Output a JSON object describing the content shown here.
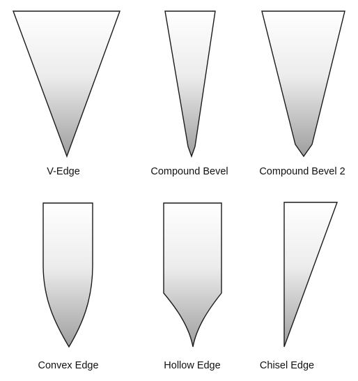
{
  "figure": {
    "shading": {
      "top_color": "#ffffff",
      "bottom_color": "#9e9e9e"
    },
    "edges": [
      {
        "id": "v-edge",
        "label": "V-Edge"
      },
      {
        "id": "compound-bevel",
        "label": "Compound Bevel"
      },
      {
        "id": "compound-bevel-2",
        "label": "Compound Bevel 2"
      },
      {
        "id": "convex-edge",
        "label": "Convex Edge"
      },
      {
        "id": "hollow-edge",
        "label": "Hollow Edge"
      },
      {
        "id": "chisel-edge",
        "label": "Chisel Edge"
      }
    ]
  }
}
